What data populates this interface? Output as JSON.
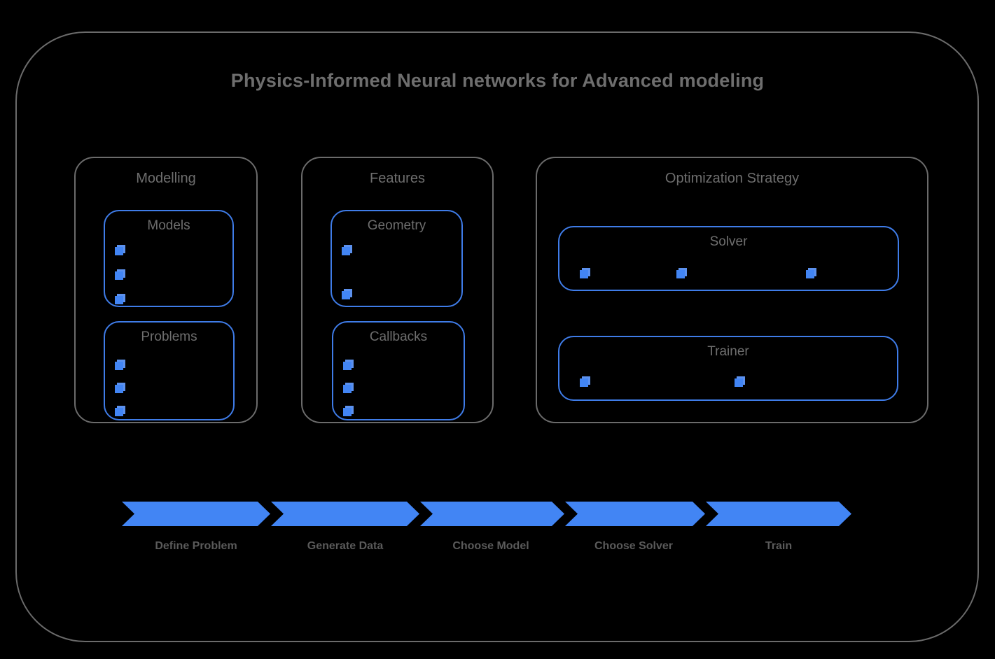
{
  "diagram": {
    "title": "Physics-Informed Neural networks for Advanced modeling",
    "colors": {
      "background": "#000000",
      "outline_gray": "#6b6b6b",
      "text_gray": "#6e6e6e",
      "accent_blue": "#4285f4",
      "box_blue": "#3f7ce8"
    }
  },
  "groups": [
    {
      "id": "modelling",
      "label": "Modelling",
      "boxes": [
        {
          "id": "models",
          "label": "Models",
          "bullet_count": 3,
          "bullet_layout": "stacked"
        },
        {
          "id": "problems",
          "label": "Problems",
          "bullet_count": 3,
          "bullet_layout": "stacked"
        }
      ]
    },
    {
      "id": "features",
      "label": "Features",
      "boxes": [
        {
          "id": "geometry",
          "label": "Geometry",
          "bullet_count": 2,
          "bullet_layout": "spread"
        },
        {
          "id": "callbacks",
          "label": "Callbacks",
          "bullet_count": 3,
          "bullet_layout": "stacked"
        }
      ]
    },
    {
      "id": "optimization-strategy",
      "label": "Optimization Strategy",
      "boxes": [
        {
          "id": "solver",
          "label": "Solver",
          "bullet_count": 3,
          "bullet_layout": "row"
        },
        {
          "id": "trainer",
          "label": "Trainer",
          "bullet_count": 2,
          "bullet_layout": "row"
        }
      ]
    }
  ],
  "flow": {
    "steps": [
      {
        "label": "Define Problem"
      },
      {
        "label": "Generate Data"
      },
      {
        "label": "Choose Model"
      },
      {
        "label": "Choose Solver"
      },
      {
        "label": "Train"
      }
    ]
  },
  "icons": {
    "bullet": "cube-icon"
  }
}
